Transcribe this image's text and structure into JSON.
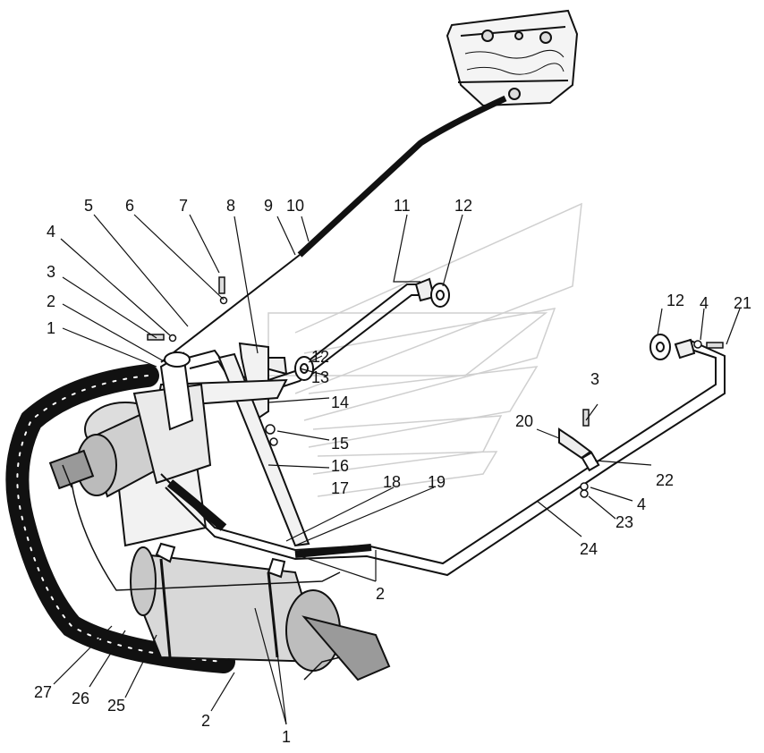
{
  "callouts": {
    "c1a": "1",
    "c1b": "1",
    "c2a": "2",
    "c2b": "2",
    "c2c": "2",
    "c3a": "3",
    "c3b": "3",
    "c4a": "4",
    "c4b": "4",
    "c4c": "4",
    "c5": "5",
    "c6": "6",
    "c7": "7",
    "c8": "8",
    "c9": "9",
    "c10": "10",
    "c11": "11",
    "c12a": "12",
    "c12b": "12",
    "c12c": "12",
    "c13": "13",
    "c14": "14",
    "c15": "15",
    "c16": "16",
    "c17": "17",
    "c18": "18",
    "c19": "19",
    "c20": "20",
    "c21": "21",
    "c22": "22",
    "c23": "23",
    "c24": "24",
    "c25": "25",
    "c26": "26",
    "c27": "27"
  },
  "colors": {
    "ink": "#111111",
    "paper": "#ffffff",
    "hose": "#1a1a1a",
    "watermark": "#cfcfcf"
  }
}
